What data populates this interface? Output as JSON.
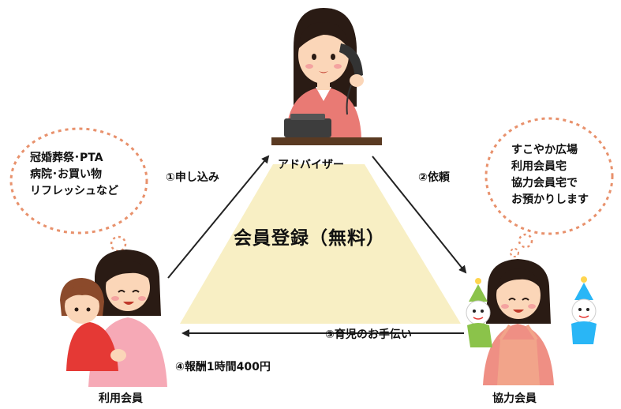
{
  "roles": {
    "advisor": "アドバイザー",
    "user_member": "利用会員",
    "helper_member": "協力会員"
  },
  "center": {
    "title": "会員登録（無料）"
  },
  "steps": {
    "step1": "①申し込み",
    "step2": "②依頼",
    "step3": "③育児のお手伝い",
    "step4": "④報酬1時間400円"
  },
  "bubbles": {
    "left": [
      "冠婚葬祭･PTA",
      "病院･お買い物",
      "リフレッシュなど"
    ],
    "right": [
      "すこやか広場",
      "利用会員宅",
      "協力会員宅で",
      "お預かりします"
    ]
  },
  "colors": {
    "triangle_fill": "#f8efc4",
    "bubble_border": "#e8916c",
    "arrow": "#222222",
    "skin": "#fbd6b8",
    "hair": "#2a1b14",
    "advisor_shirt": "#e97a74",
    "helper_apron": "#f2a48a",
    "child_shirt": "#e53935"
  }
}
